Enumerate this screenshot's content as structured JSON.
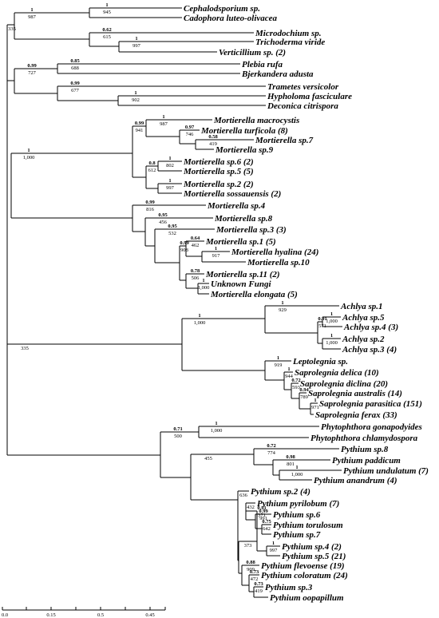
{
  "taxa": [
    {
      "id": "cephalo",
      "label": "Cephalodsporium sp."
    },
    {
      "id": "cado",
      "label": "Cadophora luteo-olivacea"
    },
    {
      "id": "micro",
      "label": "Microdochium sp."
    },
    {
      "id": "tricho",
      "label": "Trichoderma viride"
    },
    {
      "id": "vert",
      "label": "Verticillium sp. (2)"
    },
    {
      "id": "plebia",
      "label": "Plebia rufa"
    },
    {
      "id": "bjerk",
      "label": "Bjerkandera adusta"
    },
    {
      "id": "tram",
      "label": "Trametes versicolor"
    },
    {
      "id": "hypho",
      "label": "Hypholoma fasciculare"
    },
    {
      "id": "decon",
      "label": "Deconica citrispora"
    },
    {
      "id": "mmac",
      "label": "Mortierella macrocystis"
    },
    {
      "id": "mturf",
      "label": "Mortierella turficola (8)"
    },
    {
      "id": "m7",
      "label": "Mortierella sp.7"
    },
    {
      "id": "m9",
      "label": "Mortierella sp.9"
    },
    {
      "id": "m6",
      "label": "Mortierella sp.6 (2)"
    },
    {
      "id": "m5",
      "label": "Mortierella sp.5 (5)"
    },
    {
      "id": "m2",
      "label": "Mortierella sp.2 (2)"
    },
    {
      "id": "msoss",
      "label": "Mortierella sossauensis (2)"
    },
    {
      "id": "m4",
      "label": "Mortierella sp.4"
    },
    {
      "id": "m8",
      "label": "Mortierella sp.8"
    },
    {
      "id": "m3",
      "label": "Mortierella sp.3 (3)"
    },
    {
      "id": "m1",
      "label": "Mortierella sp.1 (5)"
    },
    {
      "id": "mhya",
      "label": "Mortierella hyalina (24)"
    },
    {
      "id": "m10",
      "label": "Mortierella sp.10"
    },
    {
      "id": "m11",
      "label": "Mortierella sp.11 (2)"
    },
    {
      "id": "unk",
      "label": "Unknown Fungi"
    },
    {
      "id": "melong",
      "label": "Mortierella elongata (5)"
    },
    {
      "id": "a1",
      "label": "Achlya sp.1"
    },
    {
      "id": "a5",
      "label": "Achlya sp.5"
    },
    {
      "id": "a4",
      "label": "Achlya sp.4 (3)"
    },
    {
      "id": "a2",
      "label": "Achlya sp.2"
    },
    {
      "id": "a3",
      "label": "Achlya sp.3 (4)"
    },
    {
      "id": "lepto",
      "label": "Leptolegnia sp."
    },
    {
      "id": "sdel",
      "label": "Saprolegnia delica (10)"
    },
    {
      "id": "sdic",
      "label": "Saprolegnia diclina (20)"
    },
    {
      "id": "saus",
      "label": "Saprolegnia australis (14)"
    },
    {
      "id": "spar",
      "label": "Saprolegnia parasitica (151)"
    },
    {
      "id": "sfer",
      "label": "Saprolegnia ferax (33)"
    },
    {
      "id": "phgon",
      "label": "Phytophthora gonapodyides"
    },
    {
      "id": "phchl",
      "label": "Phytophthora chlamydospora"
    },
    {
      "id": "p8",
      "label": "Pythium sp.8"
    },
    {
      "id": "ppad",
      "label": "Pythium paddicum"
    },
    {
      "id": "pund",
      "label": "Pythium undulatum (7)"
    },
    {
      "id": "pana",
      "label": "Pythium anandrum (4)"
    },
    {
      "id": "p2",
      "label": "Pythium sp.2 (4)"
    },
    {
      "id": "ppyr",
      "label": "Pythium pyrilobum (7)"
    },
    {
      "id": "p6",
      "label": "Pythium sp.6"
    },
    {
      "id": "ptor",
      "label": "Pythium torulosum"
    },
    {
      "id": "p7",
      "label": "Pythium sp.7"
    },
    {
      "id": "p4",
      "label": "Pythium sp.4 (2)"
    },
    {
      "id": "p5",
      "label": "Pythium sp.5 (21)"
    },
    {
      "id": "pfle",
      "label": "Pythium flevoense (19)"
    },
    {
      "id": "pcol",
      "label": "Pythium coloratum (24)"
    },
    {
      "id": "p3",
      "label": "Pythium sp.3"
    },
    {
      "id": "poos",
      "label": "Pythium oopapillum"
    }
  ],
  "support_values": [
    {
      "id": "n1",
      "pp": "1",
      "bs": "987"
    },
    {
      "id": "n2",
      "pp": "1",
      "bs": "945"
    },
    {
      "id": "n3",
      "pp": "0.62",
      "bs": "615"
    },
    {
      "id": "n4",
      "pp": "1",
      "bs": "997"
    },
    {
      "id": "n5",
      "pp": "0.99",
      "bs": "727"
    },
    {
      "id": "n6",
      "pp": "0.85",
      "bs": "688"
    },
    {
      "id": "n7",
      "pp": "0.99",
      "bs": "677"
    },
    {
      "id": "n8",
      "pp": "1",
      "bs": "902"
    },
    {
      "id": "n9",
      "pp": "",
      "bs": "335"
    },
    {
      "id": "n10",
      "pp": "1",
      "bs": "1,000"
    },
    {
      "id": "n11",
      "pp": "0.99",
      "bs": "941"
    },
    {
      "id": "n12",
      "pp": "1",
      "bs": "987"
    },
    {
      "id": "n13",
      "pp": "0.97",
      "bs": "746"
    },
    {
      "id": "n14",
      "pp": "0.58",
      "bs": "419"
    },
    {
      "id": "n15",
      "pp": "0.8",
      "bs": "612"
    },
    {
      "id": "n16",
      "pp": "1",
      "bs": "802"
    },
    {
      "id": "n17",
      "pp": "1",
      "bs": "997"
    },
    {
      "id": "n18",
      "pp": "0.99",
      "bs": "816"
    },
    {
      "id": "n19",
      "pp": "0.95",
      "bs": "456"
    },
    {
      "id": "n20",
      "pp": "0.95",
      "bs": "532"
    },
    {
      "id": "n21",
      "pp": "0.99",
      "bs": "908"
    },
    {
      "id": "n22",
      "pp": "0.64",
      "bs": "462"
    },
    {
      "id": "n23",
      "pp": "1",
      "bs": "917"
    },
    {
      "id": "n24",
      "pp": "0.78",
      "bs": "506"
    },
    {
      "id": "n25",
      "pp": "1",
      "bs": "1,000"
    },
    {
      "id": "n26",
      "pp": "",
      "bs": "335"
    },
    {
      "id": "n27",
      "pp": "1",
      "bs": "1,000"
    },
    {
      "id": "n28",
      "pp": "1",
      "bs": "1,000"
    },
    {
      "id": "n29",
      "pp": "1",
      "bs": "929"
    },
    {
      "id": "n30",
      "pp": "0.91",
      "bs": "571"
    },
    {
      "id": "n31",
      "pp": "1",
      "bs": "1,000"
    },
    {
      "id": "n32",
      "pp": "1",
      "bs": "919"
    },
    {
      "id": "n33",
      "pp": "1",
      "bs": "944"
    },
    {
      "id": "n34",
      "pp": "0.72",
      "bs": "593"
    },
    {
      "id": "n35",
      "pp": "0.94",
      "bs": "789"
    },
    {
      "id": "n36",
      "pp": "1",
      "bs": "971"
    },
    {
      "id": "n37",
      "pp": "0.71",
      "bs": "500"
    },
    {
      "id": "n38",
      "pp": "1",
      "bs": "1,000"
    },
    {
      "id": "n39",
      "pp": "",
      "bs": "455"
    },
    {
      "id": "n40",
      "pp": "0.72",
      "bs": "774"
    },
    {
      "id": "n41",
      "pp": "0.98",
      "bs": "801"
    },
    {
      "id": "n42",
      "pp": "1",
      "bs": "1,000"
    },
    {
      "id": "n43",
      "pp": "",
      "bs": "636"
    },
    {
      "id": "n44",
      "pp": "",
      "bs": "432"
    },
    {
      "id": "n45",
      "pp": "0.99",
      "bs": "991"
    },
    {
      "id": "n46",
      "pp": "0.75",
      "bs": "642"
    },
    {
      "id": "n47",
      "pp": "0.51",
      "bs": "371"
    },
    {
      "id": "n48",
      "pp": "1",
      "bs": "997"
    },
    {
      "id": "n49",
      "pp": "",
      "bs": "373"
    },
    {
      "id": "n50",
      "pp": "0.88",
      "bs": "909"
    },
    {
      "id": "n51",
      "pp": "0.73",
      "bs": "472"
    },
    {
      "id": "n52",
      "pp": "0.73",
      "bs": "419"
    }
  ],
  "scale": {
    "ticks": [
      "0.0",
      "0.15",
      "0.5",
      "0.45"
    ]
  }
}
